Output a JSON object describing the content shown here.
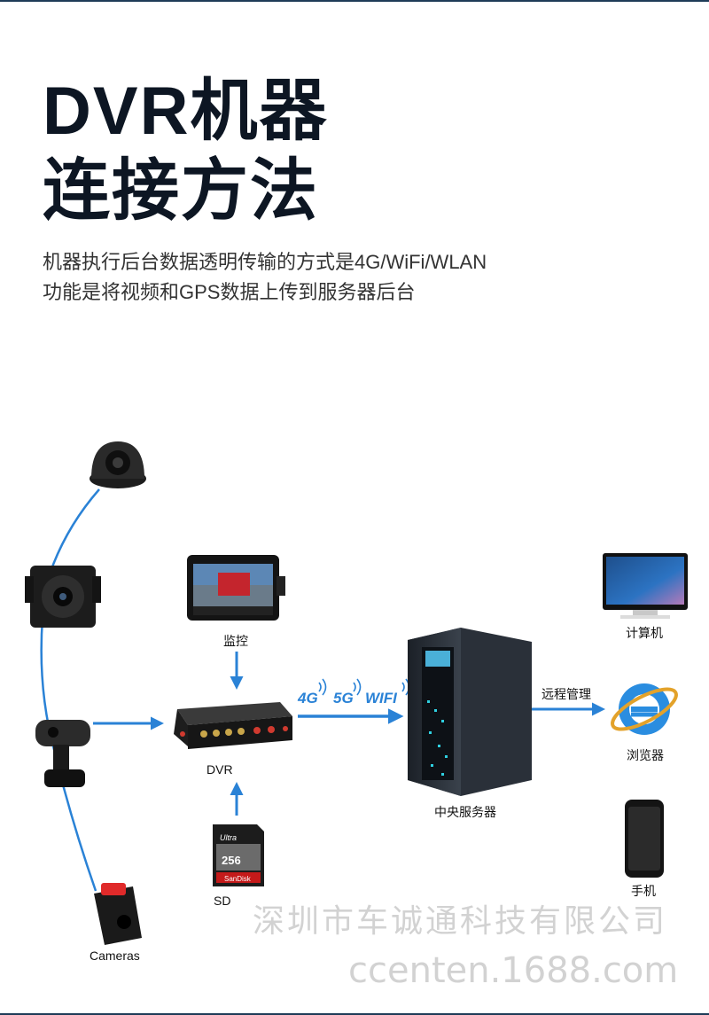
{
  "title": {
    "line1": "DVR机器",
    "line2": "连接方法"
  },
  "subtitle": {
    "line1": "机器执行后台数据透明传输的方式是4G/WiFi/WLAN",
    "line2": "功能是将视频和GPS数据上传到服务器后台"
  },
  "labels": {
    "monitor": "监控",
    "dvr": "DVR",
    "sd": "SD",
    "cameras": "Cameras",
    "server": "中央服务器",
    "computer": "计算机",
    "remote": "远程管理",
    "browser": "浏览器",
    "phone": "手机"
  },
  "network": {
    "g4": "4G",
    "g5": "5G",
    "wifi": "WIFI"
  },
  "sd_card": {
    "brand": "SanDisk",
    "line": "Ultra",
    "capacity": "256"
  },
  "watermark": {
    "company": "深圳市车诚通科技有限公司",
    "site": "ccenten.1688.com"
  },
  "colors": {
    "arrow": "#2a82d6",
    "title": "#0d1623",
    "frame": "#1e3b57"
  }
}
